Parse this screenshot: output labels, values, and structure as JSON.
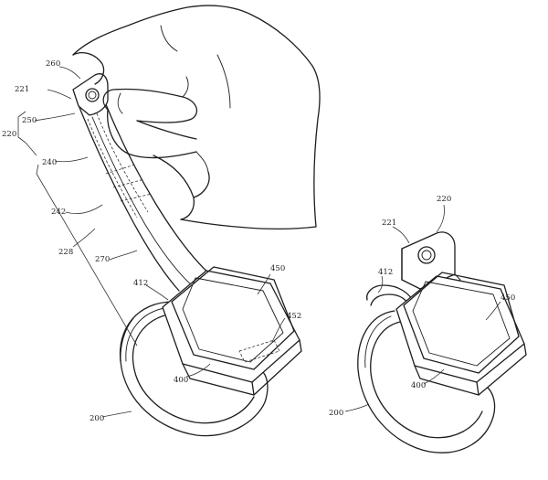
{
  "figure": {
    "left_view": {
      "labels": {
        "r260": "260",
        "r221": "221",
        "r250": "250",
        "r220": "220",
        "r240": "240",
        "r242": "242",
        "r228": "228",
        "r270": "270",
        "r412": "412",
        "r450": "450",
        "r452": "452",
        "r400": "400",
        "r200": "200"
      }
    },
    "right_view": {
      "labels": {
        "r220": "220",
        "r221": "221",
        "r412": "412",
        "r450": "450",
        "r400": "400",
        "r200": "200"
      }
    }
  }
}
